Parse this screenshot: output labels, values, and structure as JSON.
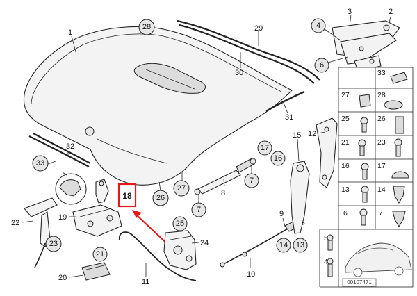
{
  "diagram": {
    "main_labels": {
      "p1": "1",
      "p2": "2",
      "p3": "3",
      "p4": "4",
      "p5": "5",
      "p6": "6",
      "p7a": "7",
      "p7b": "7",
      "p8": "8",
      "p9": "9",
      "p10": "10",
      "p11": "11",
      "p12": "12",
      "p13": "13",
      "p14": "14",
      "p15": "15",
      "p16": "16",
      "p17": "17",
      "p18": "18",
      "p19": "19",
      "p20": "20",
      "p21": "21",
      "p22": "22",
      "p23": "23",
      "p24": "24",
      "p25": "25",
      "p26": "26",
      "p27": "27",
      "p28": "28",
      "p29": "29",
      "p30": "30",
      "p31": "31",
      "p32": "32",
      "p33": "33"
    },
    "grid_labels": {
      "g33": "33",
      "g27": "27",
      "g28": "28",
      "g25": "25",
      "g26": "26",
      "g21": "21",
      "g23": "23",
      "g16": "16",
      "g17": "17",
      "g13": "13",
      "g14": "14",
      "g6": "6",
      "g7": "7",
      "g5": "5",
      "g4": "4"
    },
    "highlighted_part": "18",
    "reference_code": "00107471",
    "highlight_color": "#e11b1b"
  }
}
